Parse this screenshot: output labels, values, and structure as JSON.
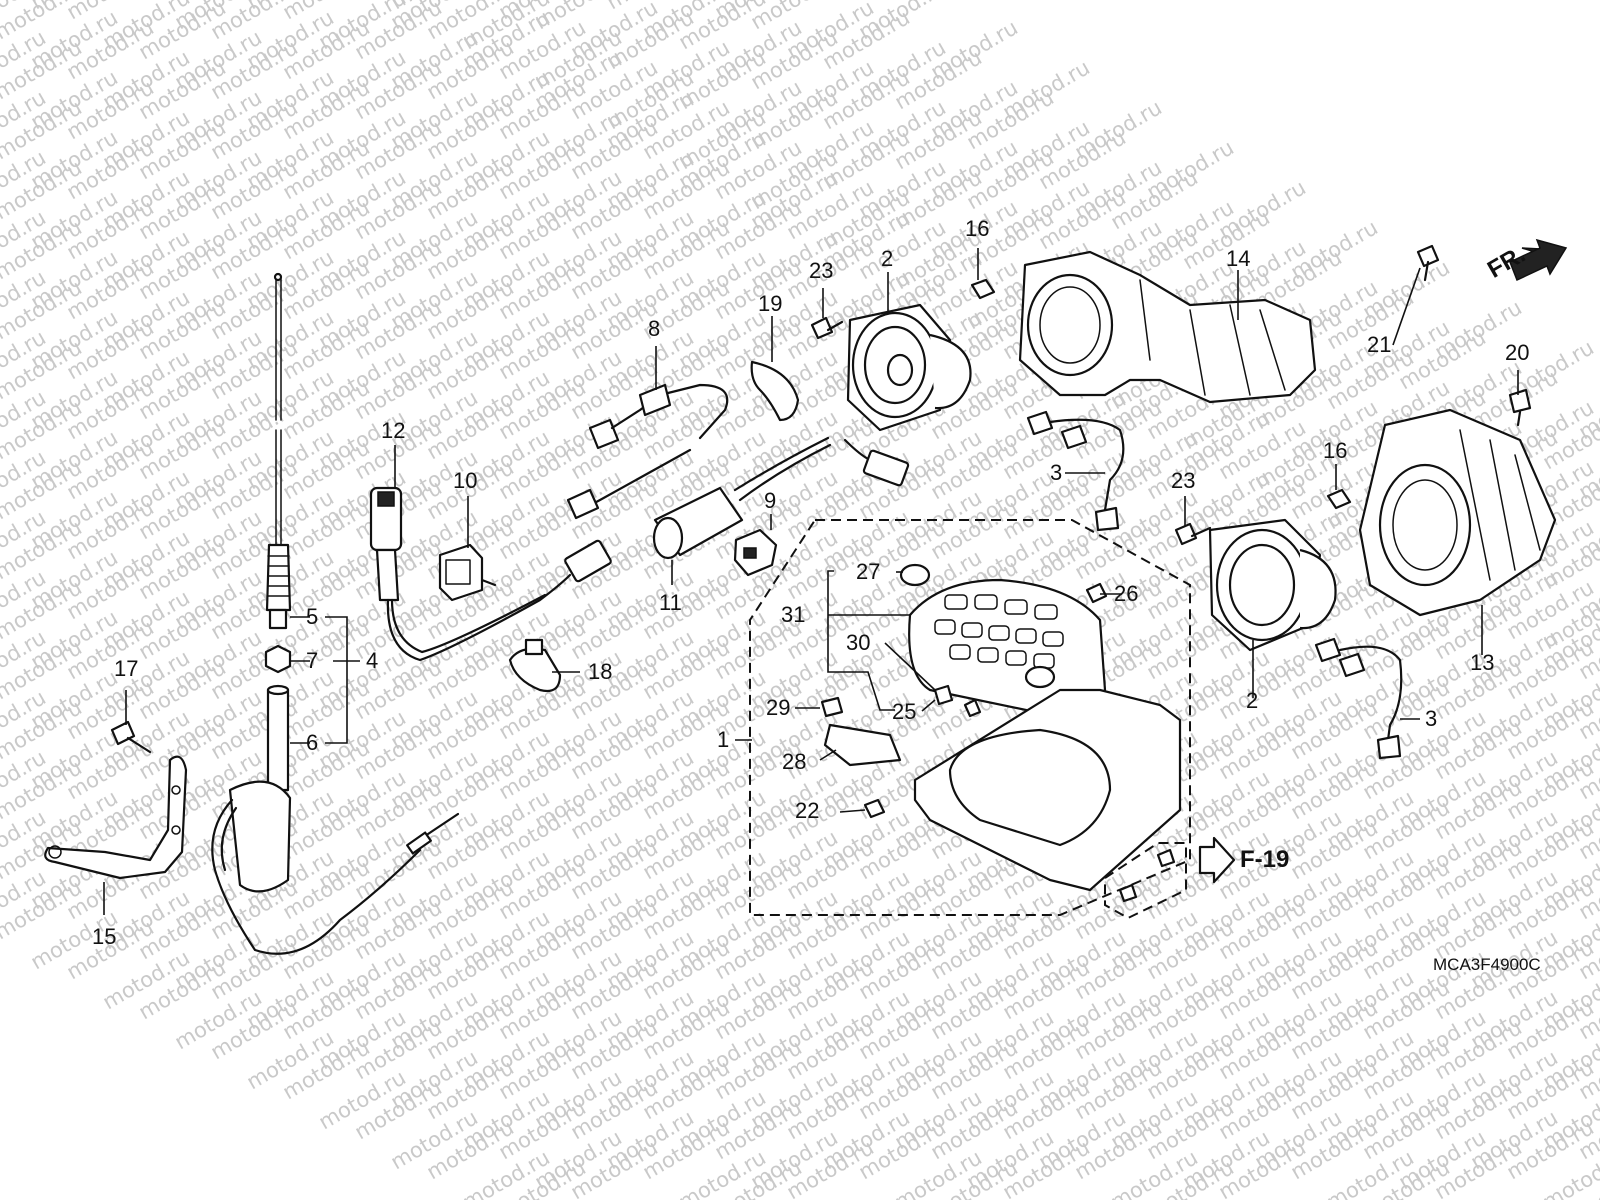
{
  "watermark": "motod.ru",
  "direction_label": "FR.",
  "reference_label": "F-19",
  "diagram_code": "MCA3F4900C",
  "callouts": {
    "c1": "1",
    "c2a": "2",
    "c2b": "2",
    "c3a": "3",
    "c3b": "3",
    "c4": "4",
    "c5": "5",
    "c6": "6",
    "c7": "7",
    "c8": "8",
    "c9": "9",
    "c10": "10",
    "c11": "11",
    "c12": "12",
    "c13": "13",
    "c14": "14",
    "c15": "15",
    "c16a": "16",
    "c16b": "16",
    "c17": "17",
    "c18": "18",
    "c19": "19",
    "c20": "20",
    "c21": "21",
    "c22": "22",
    "c23a": "23",
    "c23b": "23",
    "c25": "25",
    "c26": "26",
    "c27": "27",
    "c28": "28",
    "c29": "29",
    "c30": "30",
    "c31": "31"
  }
}
